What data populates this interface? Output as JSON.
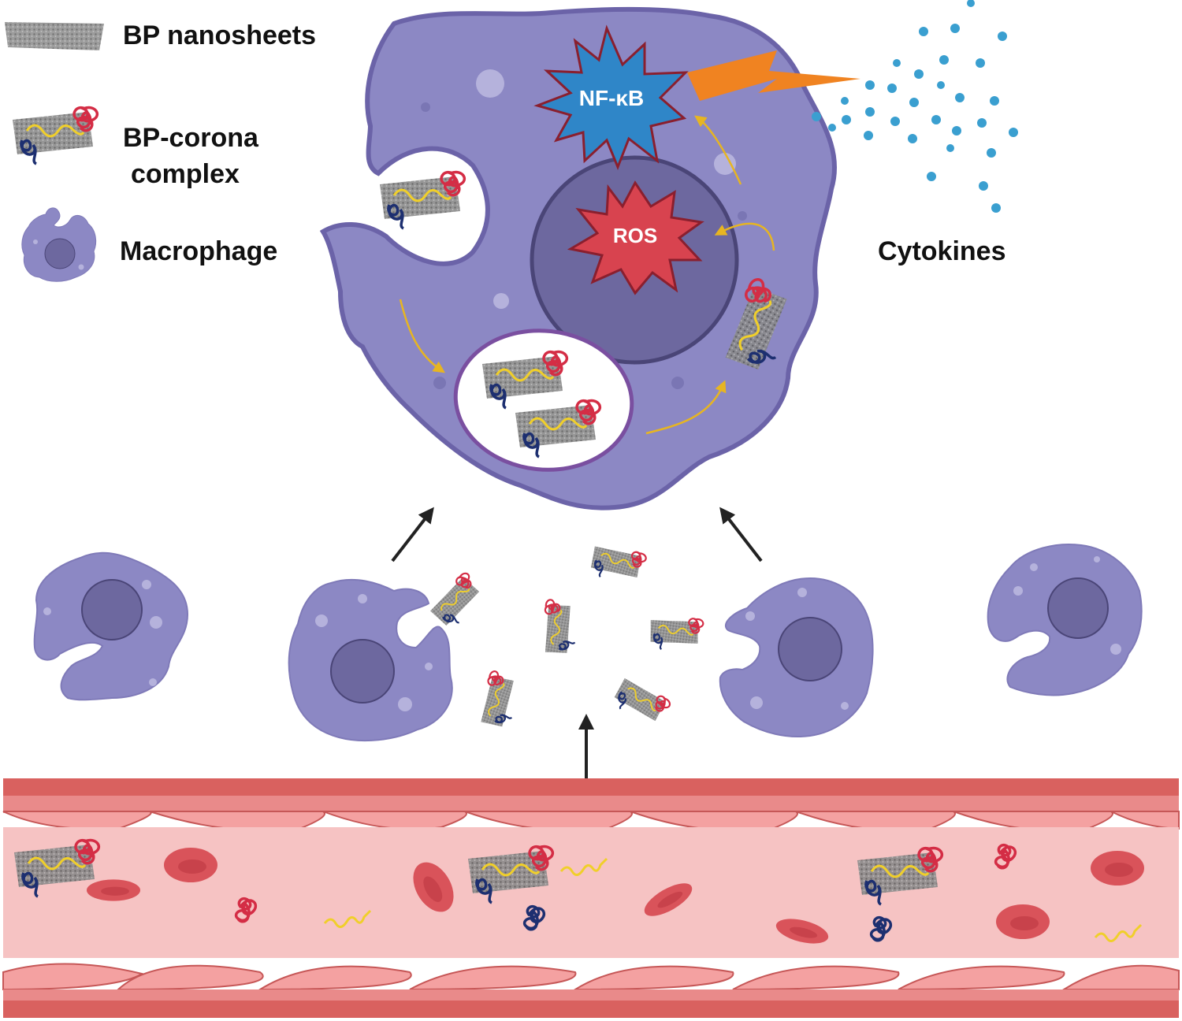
{
  "legend": {
    "nanosheets_label": "BP nanosheets",
    "corona_label_line1": "BP-corona",
    "corona_label_line2": "complex",
    "macrophage_label": "Macrophage"
  },
  "labels": {
    "nfkb": "NF-κB",
    "ros": "ROS",
    "cytokines": "Cytokines"
  },
  "colors": {
    "macrophage_fill": "#8c88c4",
    "macrophage_stroke": "#6b63a8",
    "nucleus_fill": "#6d689f",
    "nucleus_stroke": "#4a4577",
    "nfkb_fill": "#2f86c8",
    "ros_fill": "#d8434f",
    "lightning": "#f08321",
    "cytokine_dots": "#3a9fd0",
    "vessel_wall": "#e98a8a",
    "vessel_lumen": "#f6c3c3",
    "rbc": "#d9535a",
    "protein_red": "#d42d45",
    "protein_blue": "#1d2f70",
    "protein_yellow": "#f0cf2a",
    "nanosheet_gray": "#707070",
    "arrow_yellow": "#e7b521"
  }
}
